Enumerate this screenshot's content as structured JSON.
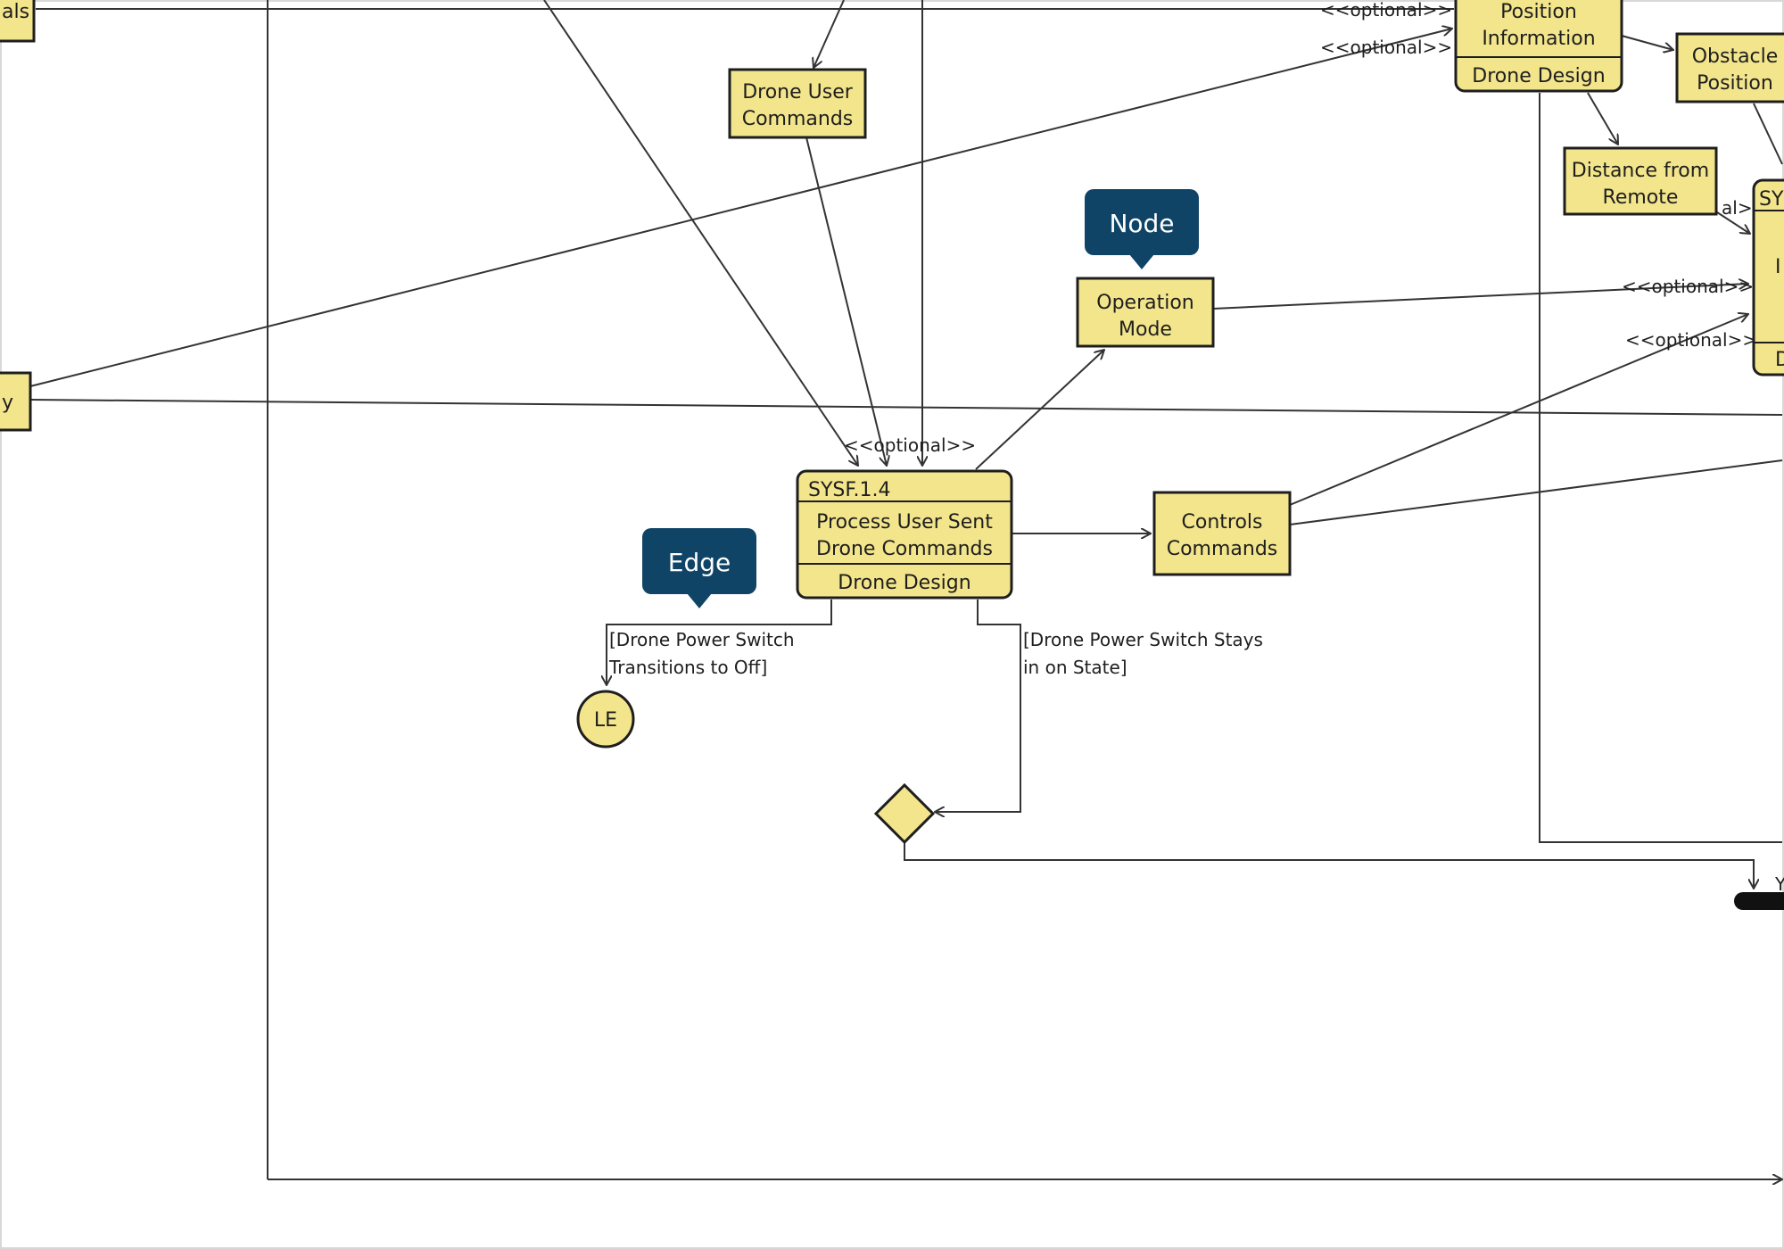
{
  "colors": {
    "node_fill": "#f3e58c",
    "node_stroke": "#1e1e1e",
    "edge": "#333333",
    "callout": "#0f4466",
    "callout_text": "#ffffff"
  },
  "callouts": {
    "node": "Node",
    "edge": "Edge"
  },
  "nodes": {
    "top_left_partial": "als",
    "left_partial": "y",
    "drone_user_commands": [
      "Drone User",
      "Commands"
    ],
    "operation_mode": [
      "Operation",
      "Mode"
    ],
    "sysf_1_4": {
      "id": "SYSF.1.4",
      "name": [
        "Process User Sent",
        "Drone Commands"
      ],
      "footer": "Drone Design"
    },
    "controls_commands": [
      "Controls",
      "Commands"
    ],
    "position_information": {
      "name": [
        "Position",
        "Information"
      ],
      "footer": "Drone Design"
    },
    "obstacle_position": [
      "Obstacle",
      "Position"
    ],
    "distance_from_remote": [
      "Distance from",
      "Remote"
    ],
    "right_partial": {
      "id": "SY",
      "middle": "I",
      "footer": "D"
    },
    "final_node": "LE"
  },
  "edge_labels": {
    "optional": "<<optional>>",
    "optional_partial": "al>>",
    "switch_off": [
      "[Drone Power Switch",
      "Transitions to Off]"
    ],
    "switch_on": [
      "[Drone Power Switch Stays",
      "in on State]"
    ],
    "bar_partial": "Y"
  }
}
